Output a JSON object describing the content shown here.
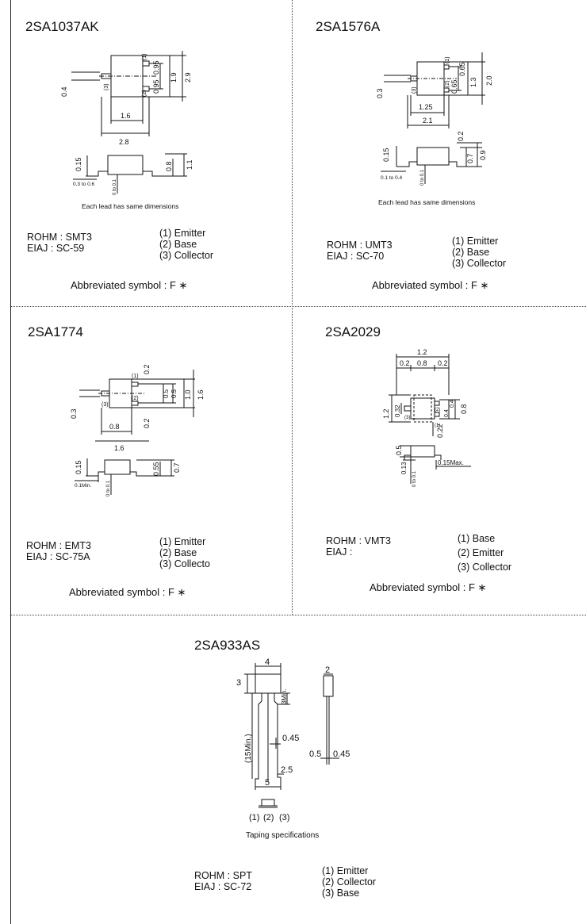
{
  "panels": [
    {
      "part": "2SA1037AK",
      "dims_top": [
        "0.4",
        "(1)",
        "(3)",
        "(2)",
        "0.95",
        "0.95",
        "1.9",
        "2.9",
        "1.6",
        "2.8"
      ],
      "dims_side": [
        "0.15",
        "0.3 to 0.6",
        "0 to 0.1",
        "0.8",
        "1.1"
      ],
      "lead_note": "Each lead has same dimensions",
      "rohm": "ROHM : SMT3",
      "eiaj": "EIAJ : SC-59",
      "pins": [
        "(1) Emitter",
        "(2) Base",
        "(3) Collector"
      ],
      "abbr": "Abbreviated symbol : F ∗"
    },
    {
      "part": "2SA1576A",
      "dims_top": [
        "0.3",
        "(1)",
        "(3)",
        "(2)",
        "0.65",
        "0.65",
        "1.3",
        "2.0",
        "1.25",
        "2.1"
      ],
      "dims_side": [
        "0.15",
        "0.1 to 0.4",
        "0 to 0.1",
        "0.2",
        "0.7",
        "0.9"
      ],
      "lead_note": "Each lead has same dimensions",
      "rohm": "ROHM : UMT3",
      "eiaj": "EIAJ : SC-70",
      "pins": [
        "(1) Emitter",
        "(2) Base",
        "(3) Collector"
      ],
      "abbr": "Abbreviated symbol : F ∗"
    },
    {
      "part": "2SA1774",
      "dims_top": [
        "0.3",
        "(1)",
        "(3)",
        "(2)",
        "0.2",
        "0.5",
        "0.5",
        "1.0",
        "1.6",
        "0.2",
        "0.8",
        "1.6"
      ],
      "dims_side": [
        "0.15",
        "0.1Min.",
        "0 to 0.1",
        "0.55",
        "0.7"
      ],
      "rohm": "ROHM : EMT3",
      "eiaj": "EIAJ : SC-75A",
      "pins": [
        "(1) Emitter",
        "(2) Base",
        "(3) Collecto"
      ],
      "abbr": "Abbreviated symbol : F ∗"
    },
    {
      "part": "2SA2029",
      "dims_top": [
        "1.2",
        "0.2",
        "0.8",
        "0.2",
        "1.2",
        "0.32",
        "(3)",
        "(2)",
        "(1)",
        "0.4",
        "0.4",
        "0.8",
        "0.22"
      ],
      "dims_side": [
        "0.5",
        "0.13",
        "0 to 0.1",
        "0.15Max."
      ],
      "rohm": "ROHM : VMT3",
      "eiaj": "EIAJ :",
      "pins": [
        "(1) Base",
        "(2) Emitter",
        "(3) Collector"
      ],
      "abbr": "Abbreviated symbol : F ∗"
    },
    {
      "part": "2SA933AS",
      "dims": [
        "4",
        "3",
        "3Min.",
        "(15Min.)",
        "0.45",
        "2.5",
        "5",
        "2",
        "0.5",
        "0.45"
      ],
      "pin_order": [
        "(1)",
        "(2)",
        "(3)"
      ],
      "taping": "Taping specifications",
      "rohm": "ROHM : SPT",
      "eiaj": "EIAJ : SC-72",
      "pins": [
        "(1) Emitter",
        "(2) Collector",
        "(3) Base"
      ]
    }
  ]
}
